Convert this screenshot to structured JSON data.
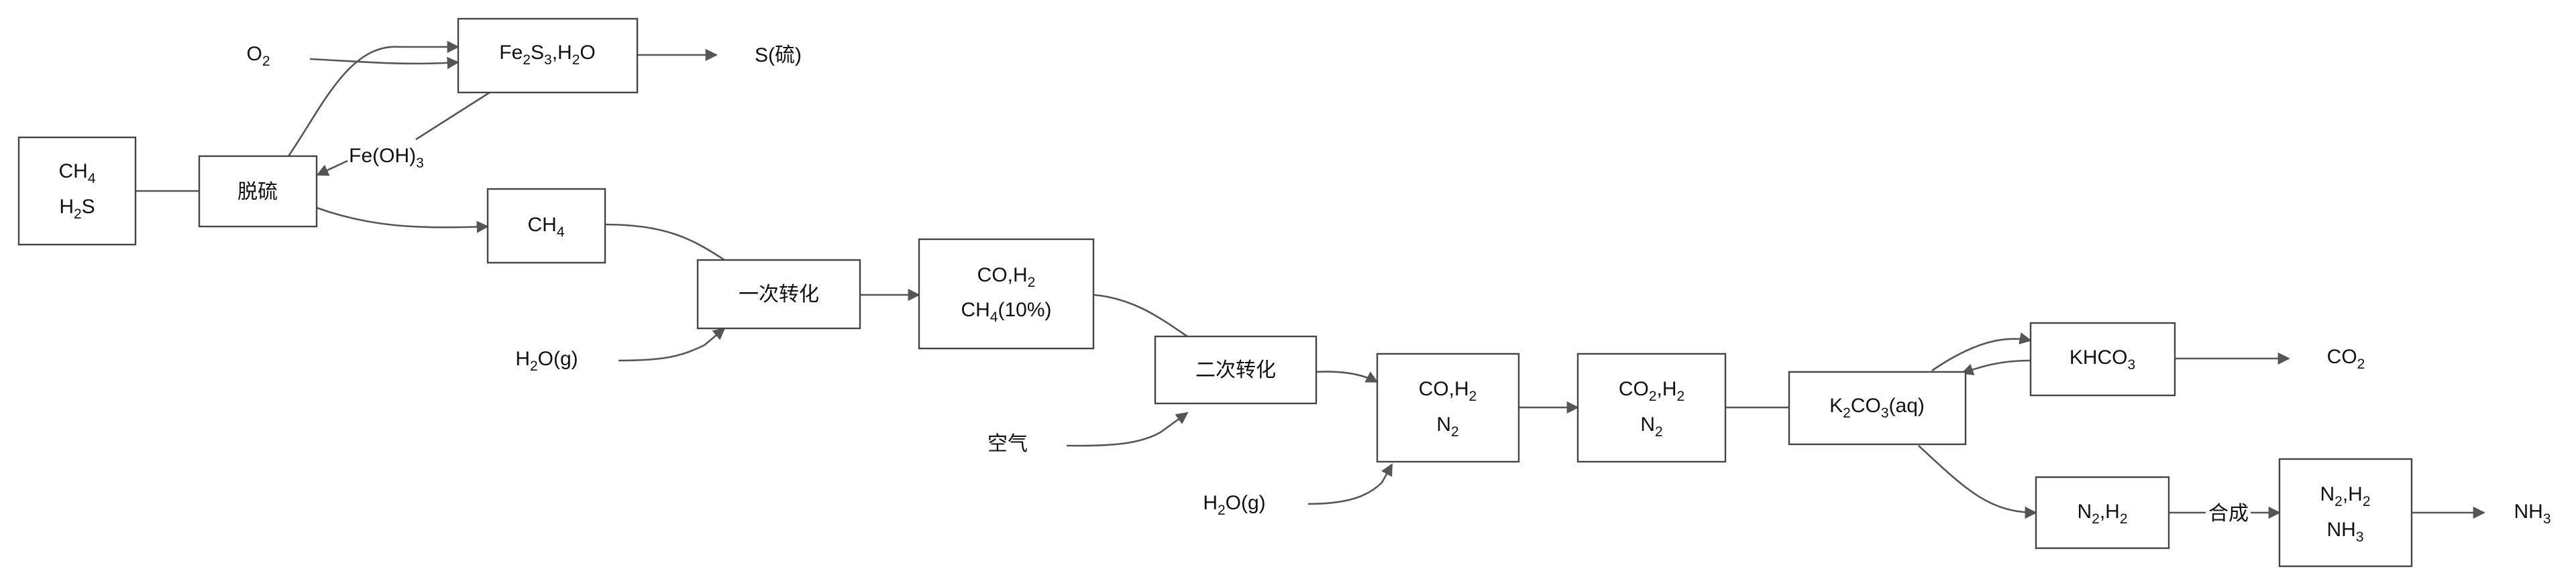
{
  "nodes": {
    "feed": {
      "l1": {
        "t": "CH",
        "s": "4"
      },
      "l2": {
        "p": "H",
        "s": "2",
        "t": "S"
      }
    },
    "desulf": "脱硫",
    "o2": {
      "t": "O",
      "s": "2"
    },
    "fe2s3": {
      "a": "Fe",
      "s1": "2",
      "b": "S",
      "s2": "3",
      "c": ",H",
      "s3": "2",
      "d": "O"
    },
    "sulfur": "S(硫)",
    "feoh3": {
      "t": "Fe(OH)",
      "s": "3"
    },
    "ch4": {
      "t": "CH",
      "s": "4"
    },
    "h2o_1": {
      "p": "H",
      "s": "2",
      "t": "O(g)"
    },
    "primary": "一次转化",
    "co_h2_ch4": {
      "l1": {
        "t": "CO,H",
        "s": "2"
      },
      "l2": {
        "p": "CH",
        "s": "4",
        "t": "(10%)"
      }
    },
    "secondary": "二次转化",
    "air": "空气",
    "h2o_2": {
      "p": "H",
      "s": "2",
      "t": "O(g)"
    },
    "co_h2_n2": {
      "l1": {
        "t": "CO,H",
        "s": "2"
      },
      "l2": {
        "t": "N",
        "s": "2"
      }
    },
    "co2_h2_n2": {
      "l1": {
        "a": "CO",
        "s1": "2",
        "b": ",H",
        "s2": "2"
      },
      "l2": {
        "t": "N",
        "s": "2"
      }
    },
    "k2co3": {
      "a": "K",
      "s1": "2",
      "b": "CO",
      "s2": "3",
      "c": "(aq)"
    },
    "khco3": {
      "t": "KHCO",
      "s": "3"
    },
    "co2": {
      "t": "CO",
      "s": "2"
    },
    "n2_h2": {
      "a": "N",
      "s1": "2",
      "b": ",H",
      "s2": "2"
    },
    "synth_label": "合成",
    "n2_h2_nh3": {
      "l1": {
        "a": "N",
        "s1": "2",
        "b": ",H",
        "s2": "2"
      },
      "l2": {
        "t": "NH",
        "s": "3"
      }
    },
    "nh3": {
      "t": "NH",
      "s": "3"
    }
  }
}
